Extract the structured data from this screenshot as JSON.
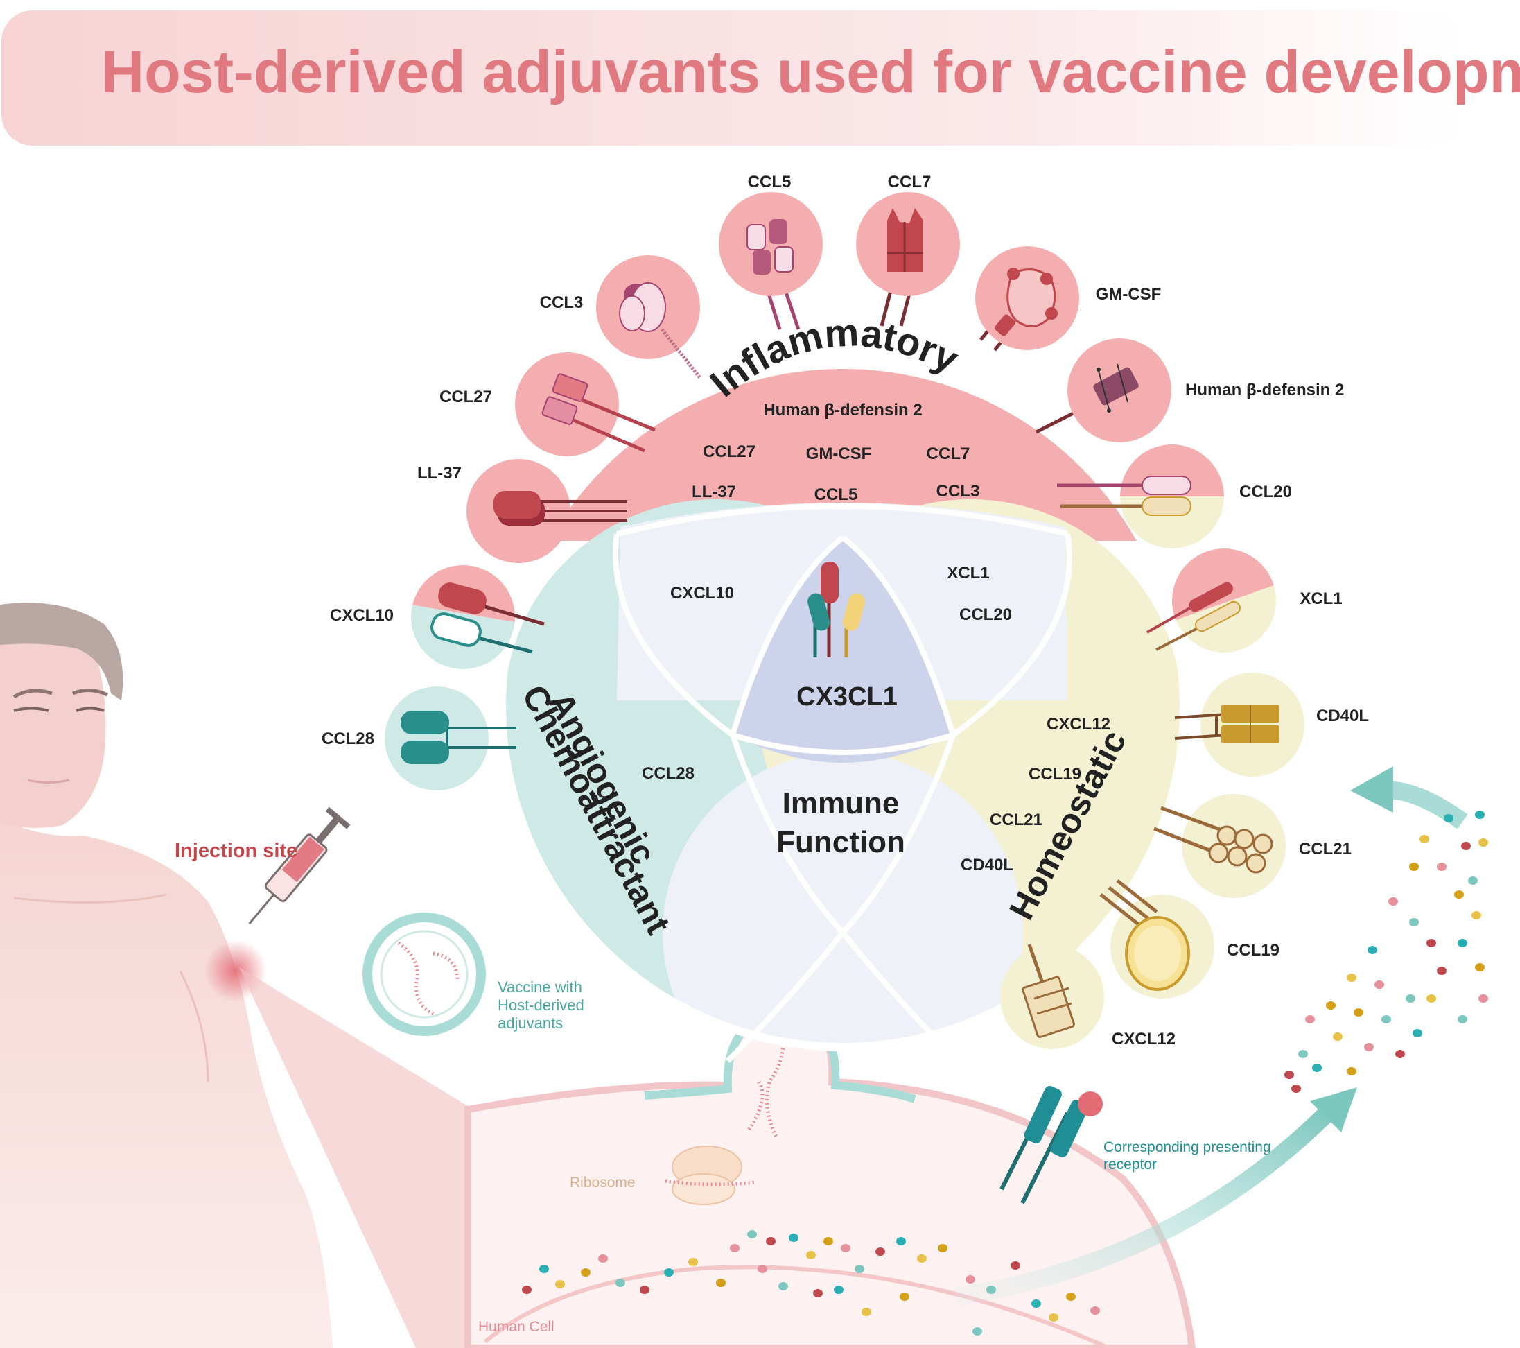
{
  "title": "Host-derived adjuvants used for vaccine development",
  "colors": {
    "title": "#e07a80",
    "inflammatory": "#f4aeb0",
    "angiogenic": "#cfeae6",
    "homeostatic": "#f4f0d2",
    "overlap": "#eef2f8",
    "center": "#cdd3ea",
    "teal": "#2a8f8b",
    "red": "#c0474e",
    "gold": "#c99a2e"
  },
  "venn": {
    "inflammatory_label": "Inflammatory",
    "angiogenic_label_1": "Angiogenic",
    "angiogenic_label_2": "Chemoattractant",
    "homeostatic_label": "Homeostatic",
    "immune_label_1": "Immune",
    "immune_label_2": "Function",
    "center_label": "CX3CL1",
    "inflammatory_items": [
      "Human β-defensin 2",
      "CCL27",
      "GM-CSF",
      "CCL7",
      "LL-37",
      "CCL5",
      "CCL3"
    ],
    "infl_angio_items": [
      "CXCL10"
    ],
    "infl_homeo_items": [
      "XCL1",
      "CCL20"
    ],
    "angiogenic_items": [
      "CCL28"
    ],
    "homeostatic_items": [
      "CXCL12",
      "CCL19",
      "CCL21",
      "CD40L"
    ]
  },
  "ring_labels": {
    "ccl5": "CCL5",
    "ccl7": "CCL7",
    "ccl3": "CCL3",
    "gmcsf": "GM-CSF",
    "ccl27": "CCL27",
    "hbd2": "Human β-defensin 2",
    "ll37": "LL-37",
    "ccl20": "CCL20",
    "cxcl10": "CXCL10",
    "xcl1": "XCL1",
    "ccl28": "CCL28",
    "cd40l": "CD40L",
    "ccl21": "CCL21",
    "ccl19": "CCL19",
    "cxcl12": "CXCL12"
  },
  "scene": {
    "injection_site": "Injection site",
    "vaccine_1": "Vaccine with",
    "vaccine_2": "Host-derived",
    "vaccine_3": "adjuvants",
    "ribosome": "Ribosome",
    "human_cell": "Human Cell",
    "receptor_1": "Corresponding presenting",
    "receptor_2": "receptor"
  }
}
